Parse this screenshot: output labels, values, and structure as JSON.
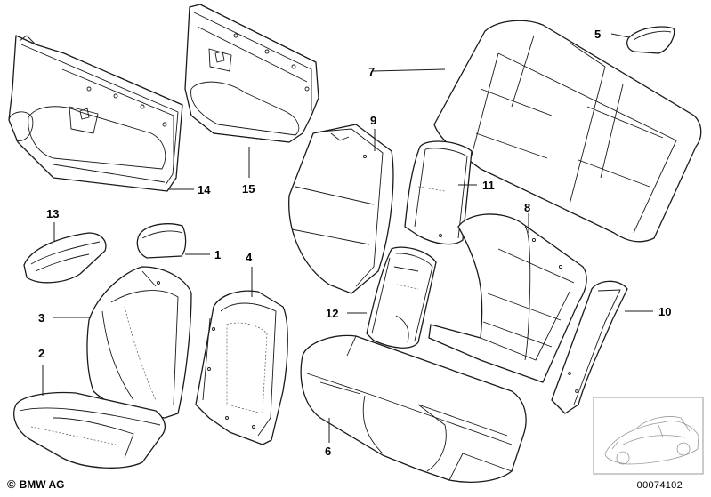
{
  "callouts": [
    "1",
    "2",
    "3",
    "4",
    "5",
    "6",
    "7",
    "8",
    "9",
    "10",
    "11",
    "12",
    "13",
    "14",
    "15"
  ],
  "brand": {
    "symbol": "©",
    "text": "BMW AG"
  },
  "doc_number": "00074102",
  "colors": {
    "line": "#1a1a1a",
    "inset_line": "#999999"
  }
}
